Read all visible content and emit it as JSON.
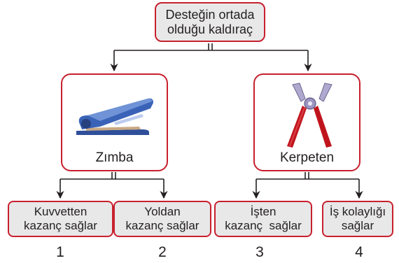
{
  "root": {
    "line1": "Desteğin ortada",
    "line2": "olduğu kaldıraç"
  },
  "cards": {
    "left": {
      "caption": "Zımba",
      "icon": "stapler-icon"
    },
    "right": {
      "caption": "Kerpeten",
      "icon": "pliers-icon"
    }
  },
  "options": [
    {
      "line1": "Kuvvetten",
      "line2": "kazanç sağlar",
      "number": "1"
    },
    {
      "line1": "Yoldan",
      "line2": "kazanç sağlar",
      "number": "2"
    },
    {
      "line1": "İşten",
      "line2": "kazanç  sağlar",
      "number": "3"
    },
    {
      "line1": "İş kolaylığı",
      "line2": "sağlar",
      "number": "4"
    }
  ],
  "colors": {
    "border": "#c8202e",
    "box_fill": "#e8e8e9",
    "line": "#231f20",
    "stapler": "#3a63b8",
    "handle": "#c0141c"
  }
}
